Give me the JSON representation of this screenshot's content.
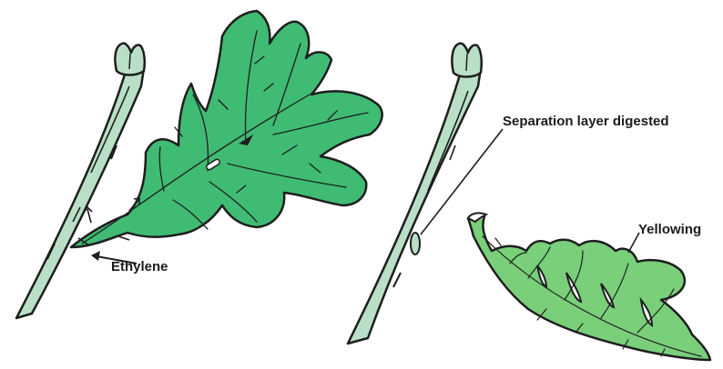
{
  "labels": {
    "ethylene": "Ethylene",
    "separation_layer": "Separation layer digested",
    "yellowing": "Yellowing"
  },
  "colors": {
    "background": "#ffffff",
    "stem": "#b9e0c6",
    "outline": "#1e1e1e",
    "healthy_leaf": "#3fbb74",
    "yellowing_leaf": "#79cf7a",
    "cut_edge": "#ffffff"
  }
}
